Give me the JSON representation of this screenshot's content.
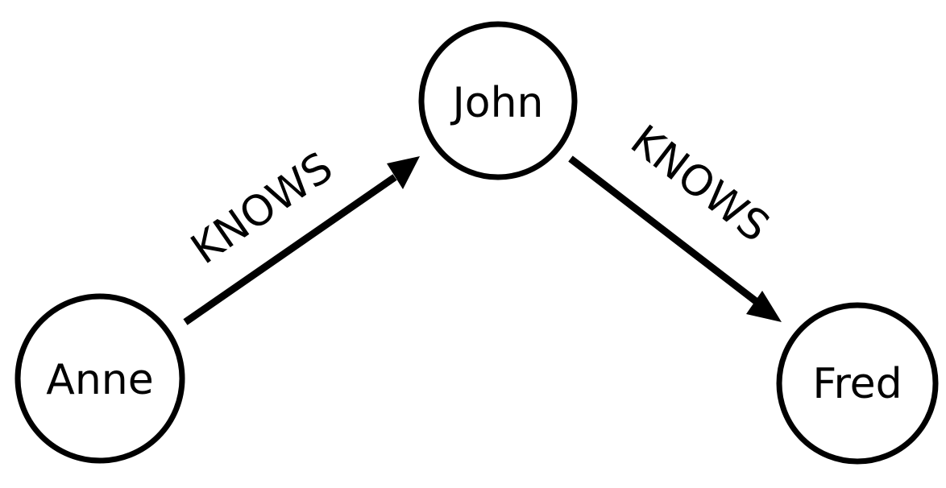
{
  "nodes": [
    {
      "id": "anne",
      "label": "Anne"
    },
    {
      "id": "john",
      "label": "John"
    },
    {
      "id": "fred",
      "label": "Fred"
    }
  ],
  "edges": [
    {
      "from": "anne",
      "to": "john",
      "label": "KNOWS"
    },
    {
      "from": "john",
      "to": "fred",
      "label": "KNOWS"
    }
  ],
  "colors": {
    "stroke": "#000000",
    "fill": "#ffffff"
  }
}
